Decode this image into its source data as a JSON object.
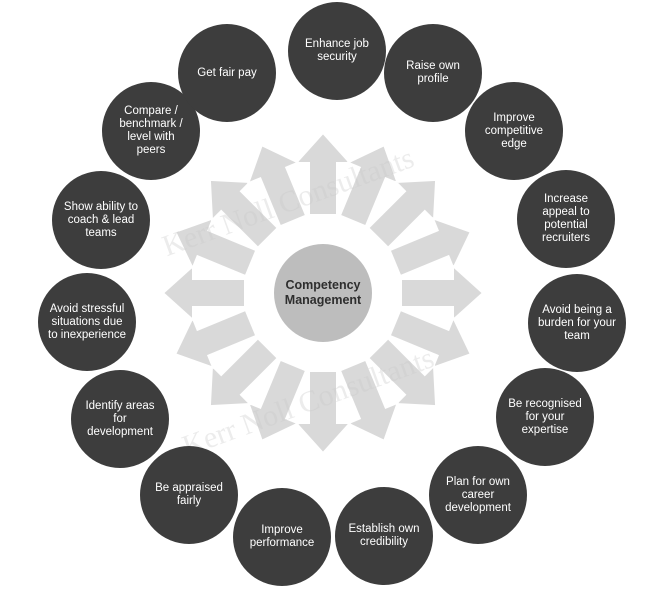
{
  "diagram": {
    "center_label": "Competency Management",
    "watermark_text": "Kerr Noll Consultants",
    "colors": {
      "node": "#3d3d3d",
      "center": "#bdbdbd",
      "arrows": "#d9d9d9",
      "text": "#ffffff"
    },
    "benefits": [
      {
        "label": "Enhance job security"
      },
      {
        "label": "Raise own profile"
      },
      {
        "label": "Improve competitive edge"
      },
      {
        "label": "Increase appeal to potential recruiters"
      },
      {
        "label": "Avoid being a burden for your team"
      },
      {
        "label": "Be recognised for your expertise"
      },
      {
        "label": "Plan for own career development"
      },
      {
        "label": "Establish own credibility"
      },
      {
        "label": "Improve performance"
      },
      {
        "label": "Be appraised fairly"
      },
      {
        "label": "Identify areas for development"
      },
      {
        "label": "Avoid stressful situations due to inexperience"
      },
      {
        "label": "Show ability to coach & lead teams"
      },
      {
        "label": "Compare / benchmark / level with peers"
      },
      {
        "label": "Get fair pay"
      }
    ]
  }
}
